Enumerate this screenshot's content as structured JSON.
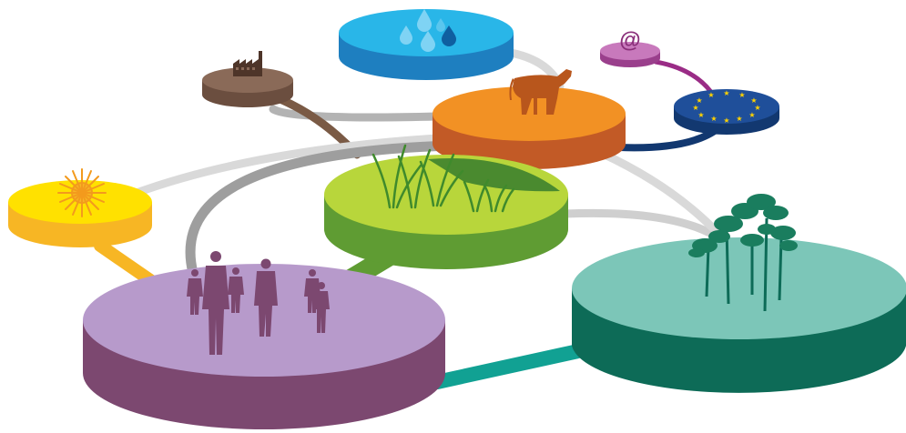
{
  "diagram": {
    "type": "network-of-disks",
    "nodes": [
      {
        "id": "water",
        "icon": "water-drops-icon",
        "top": "#29b6e8",
        "side": "#1e7fc0"
      },
      {
        "id": "factory",
        "icon": "factory-icon",
        "top": "#8a6a58",
        "side": "#6b4e3f"
      },
      {
        "id": "email",
        "icon": "at-sign-icon",
        "label": "@",
        "top": "#c879bc",
        "side": "#9a3f8c"
      },
      {
        "id": "livestock",
        "icon": "cow-icon",
        "top": "#f29124",
        "side": "#c25a26"
      },
      {
        "id": "eu",
        "icon": "eu-stars-icon",
        "top": "#1f4f9a",
        "side": "#123870"
      },
      {
        "id": "sun",
        "icon": "sun-icon",
        "top": "#ffe100",
        "side": "#f7b624"
      },
      {
        "id": "grassland",
        "icon": "grass-icon",
        "top": "#b8d63b",
        "side": "#5f9c33"
      },
      {
        "id": "people",
        "icon": "people-icon",
        "top": "#b79acb",
        "side": "#7c4870"
      },
      {
        "id": "forest",
        "icon": "trees-icon",
        "top": "#7cc6b8",
        "side": "#0d6b57"
      }
    ],
    "links": [
      {
        "from": "water",
        "to": "livestock",
        "color": "#d9d9d9"
      },
      {
        "from": "factory",
        "to": "livestock",
        "color": "#b3b3b3"
      },
      {
        "from": "factory",
        "to": "grassland",
        "color": "#7a5a45"
      },
      {
        "from": "email",
        "to": "eu",
        "color": "#9a2c86"
      },
      {
        "from": "eu",
        "to": "livestock",
        "color": "#123870"
      },
      {
        "from": "sun",
        "to": "grassland",
        "color": "#d9d9d9"
      },
      {
        "from": "sun",
        "to": "people",
        "color": "#f7b624"
      },
      {
        "from": "people",
        "to": "livestock",
        "color": "#9e9e9e"
      },
      {
        "from": "people",
        "to": "grassland",
        "color": "#5f9c33"
      },
      {
        "from": "people",
        "to": "forest",
        "color": "#11a193"
      },
      {
        "from": "grassland",
        "to": "forest",
        "color": "#cfcfcf"
      },
      {
        "from": "livestock",
        "to": "forest",
        "color": "#d9d9d9"
      }
    ]
  }
}
